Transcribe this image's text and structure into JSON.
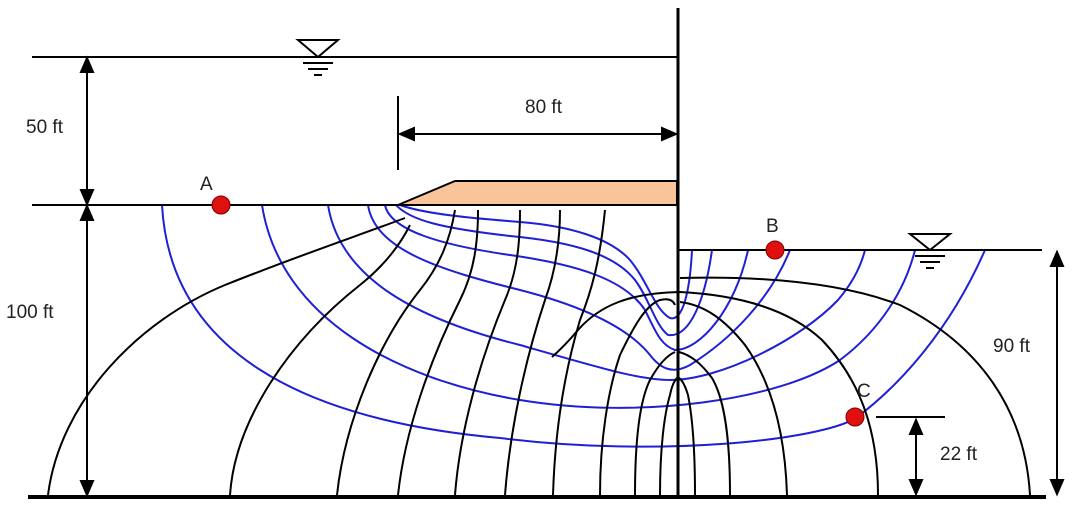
{
  "labels": {
    "dim_upstream_head": "50 ft",
    "dim_upstream_depth": "100 ft",
    "dim_blanket_length": "80 ft",
    "dim_downstream_depth": "90 ft",
    "dim_point_c_height": "22 ft",
    "point_a": "A",
    "point_b": "B",
    "point_c": "C"
  },
  "colors": {
    "equipotential_lines": "#1f1fd6",
    "flow_lines": "#000000",
    "blanket_fill": "#f9c49a",
    "point_marker": "#e01010",
    "structure": "#000000"
  },
  "icons": {
    "upstream_water_surface": "water-level-triangle-icon",
    "downstream_water_surface": "water-level-triangle-icon"
  }
}
